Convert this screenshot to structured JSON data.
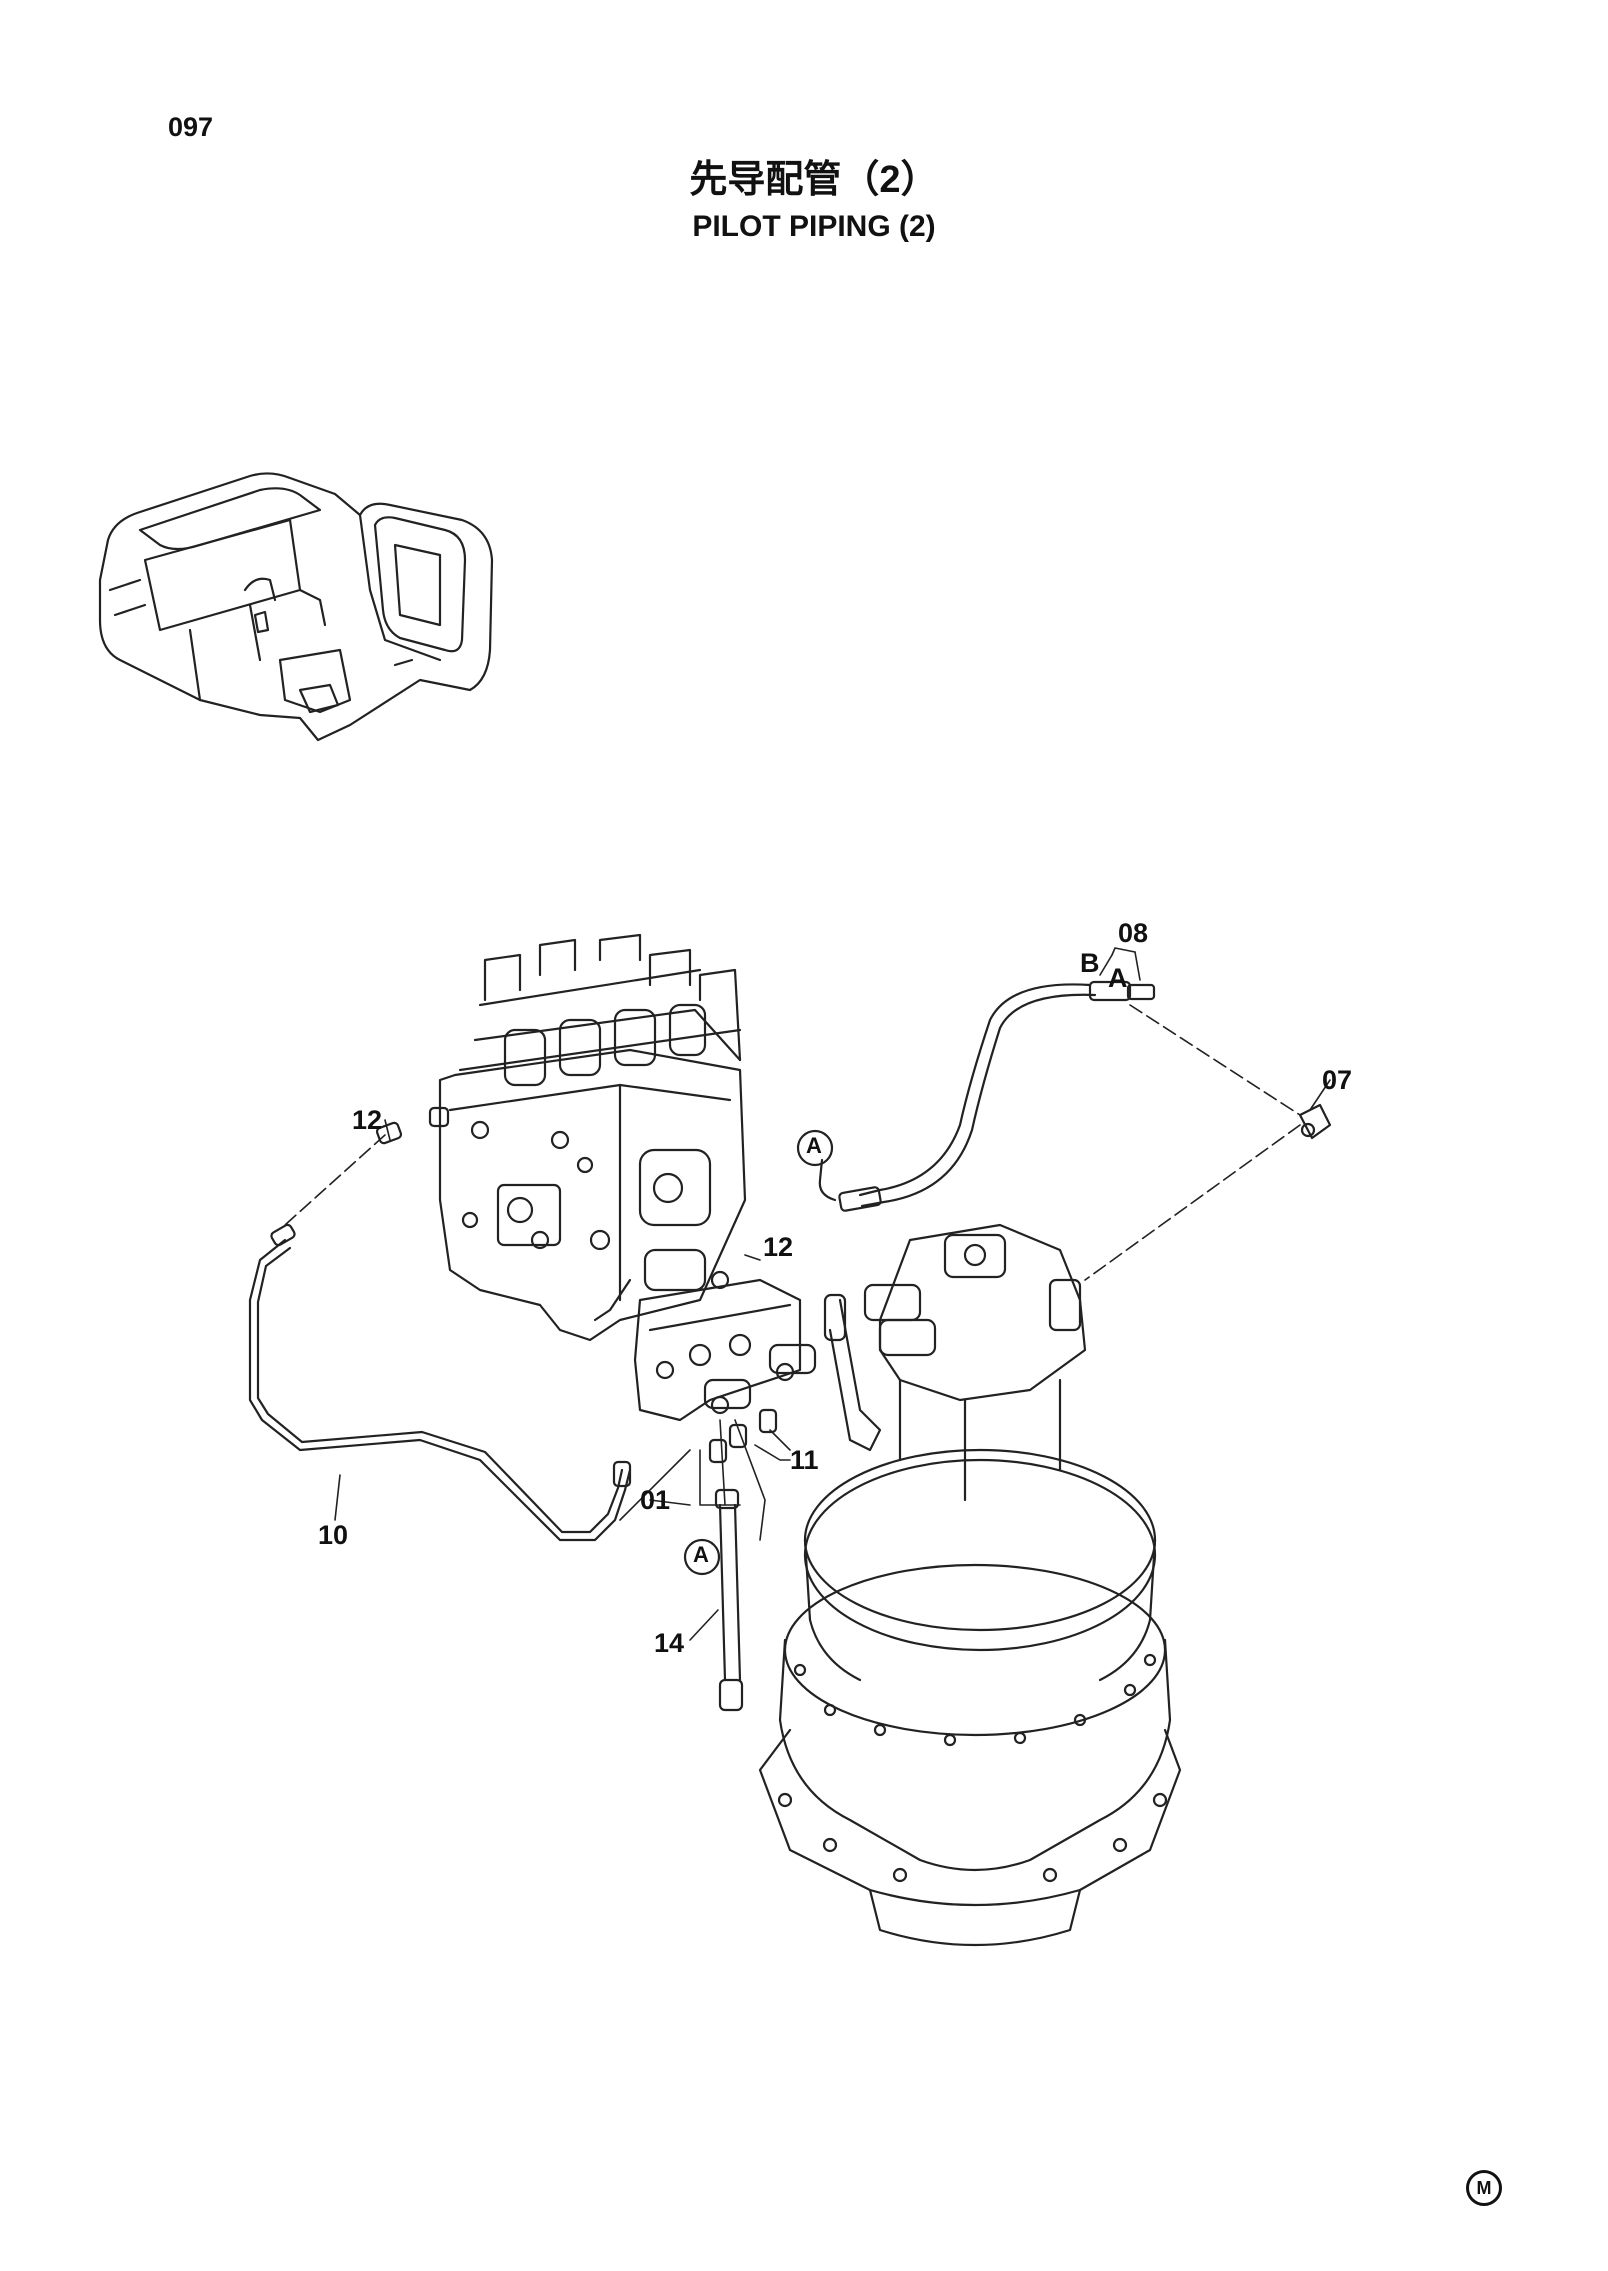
{
  "page": {
    "number": "097",
    "title_cn": "先导配管（2）",
    "title_en": "PILOT  PIPING (2)",
    "mark": "M"
  },
  "callouts": {
    "c08": "08",
    "cB": "B",
    "cA_top": "A",
    "c07": "07",
    "c12_left": "12",
    "c12_mid": "12",
    "c11": "11",
    "c01": "01",
    "c10": "10",
    "c14": "14",
    "refA_upper": "A",
    "refA_lower": "A"
  }
}
